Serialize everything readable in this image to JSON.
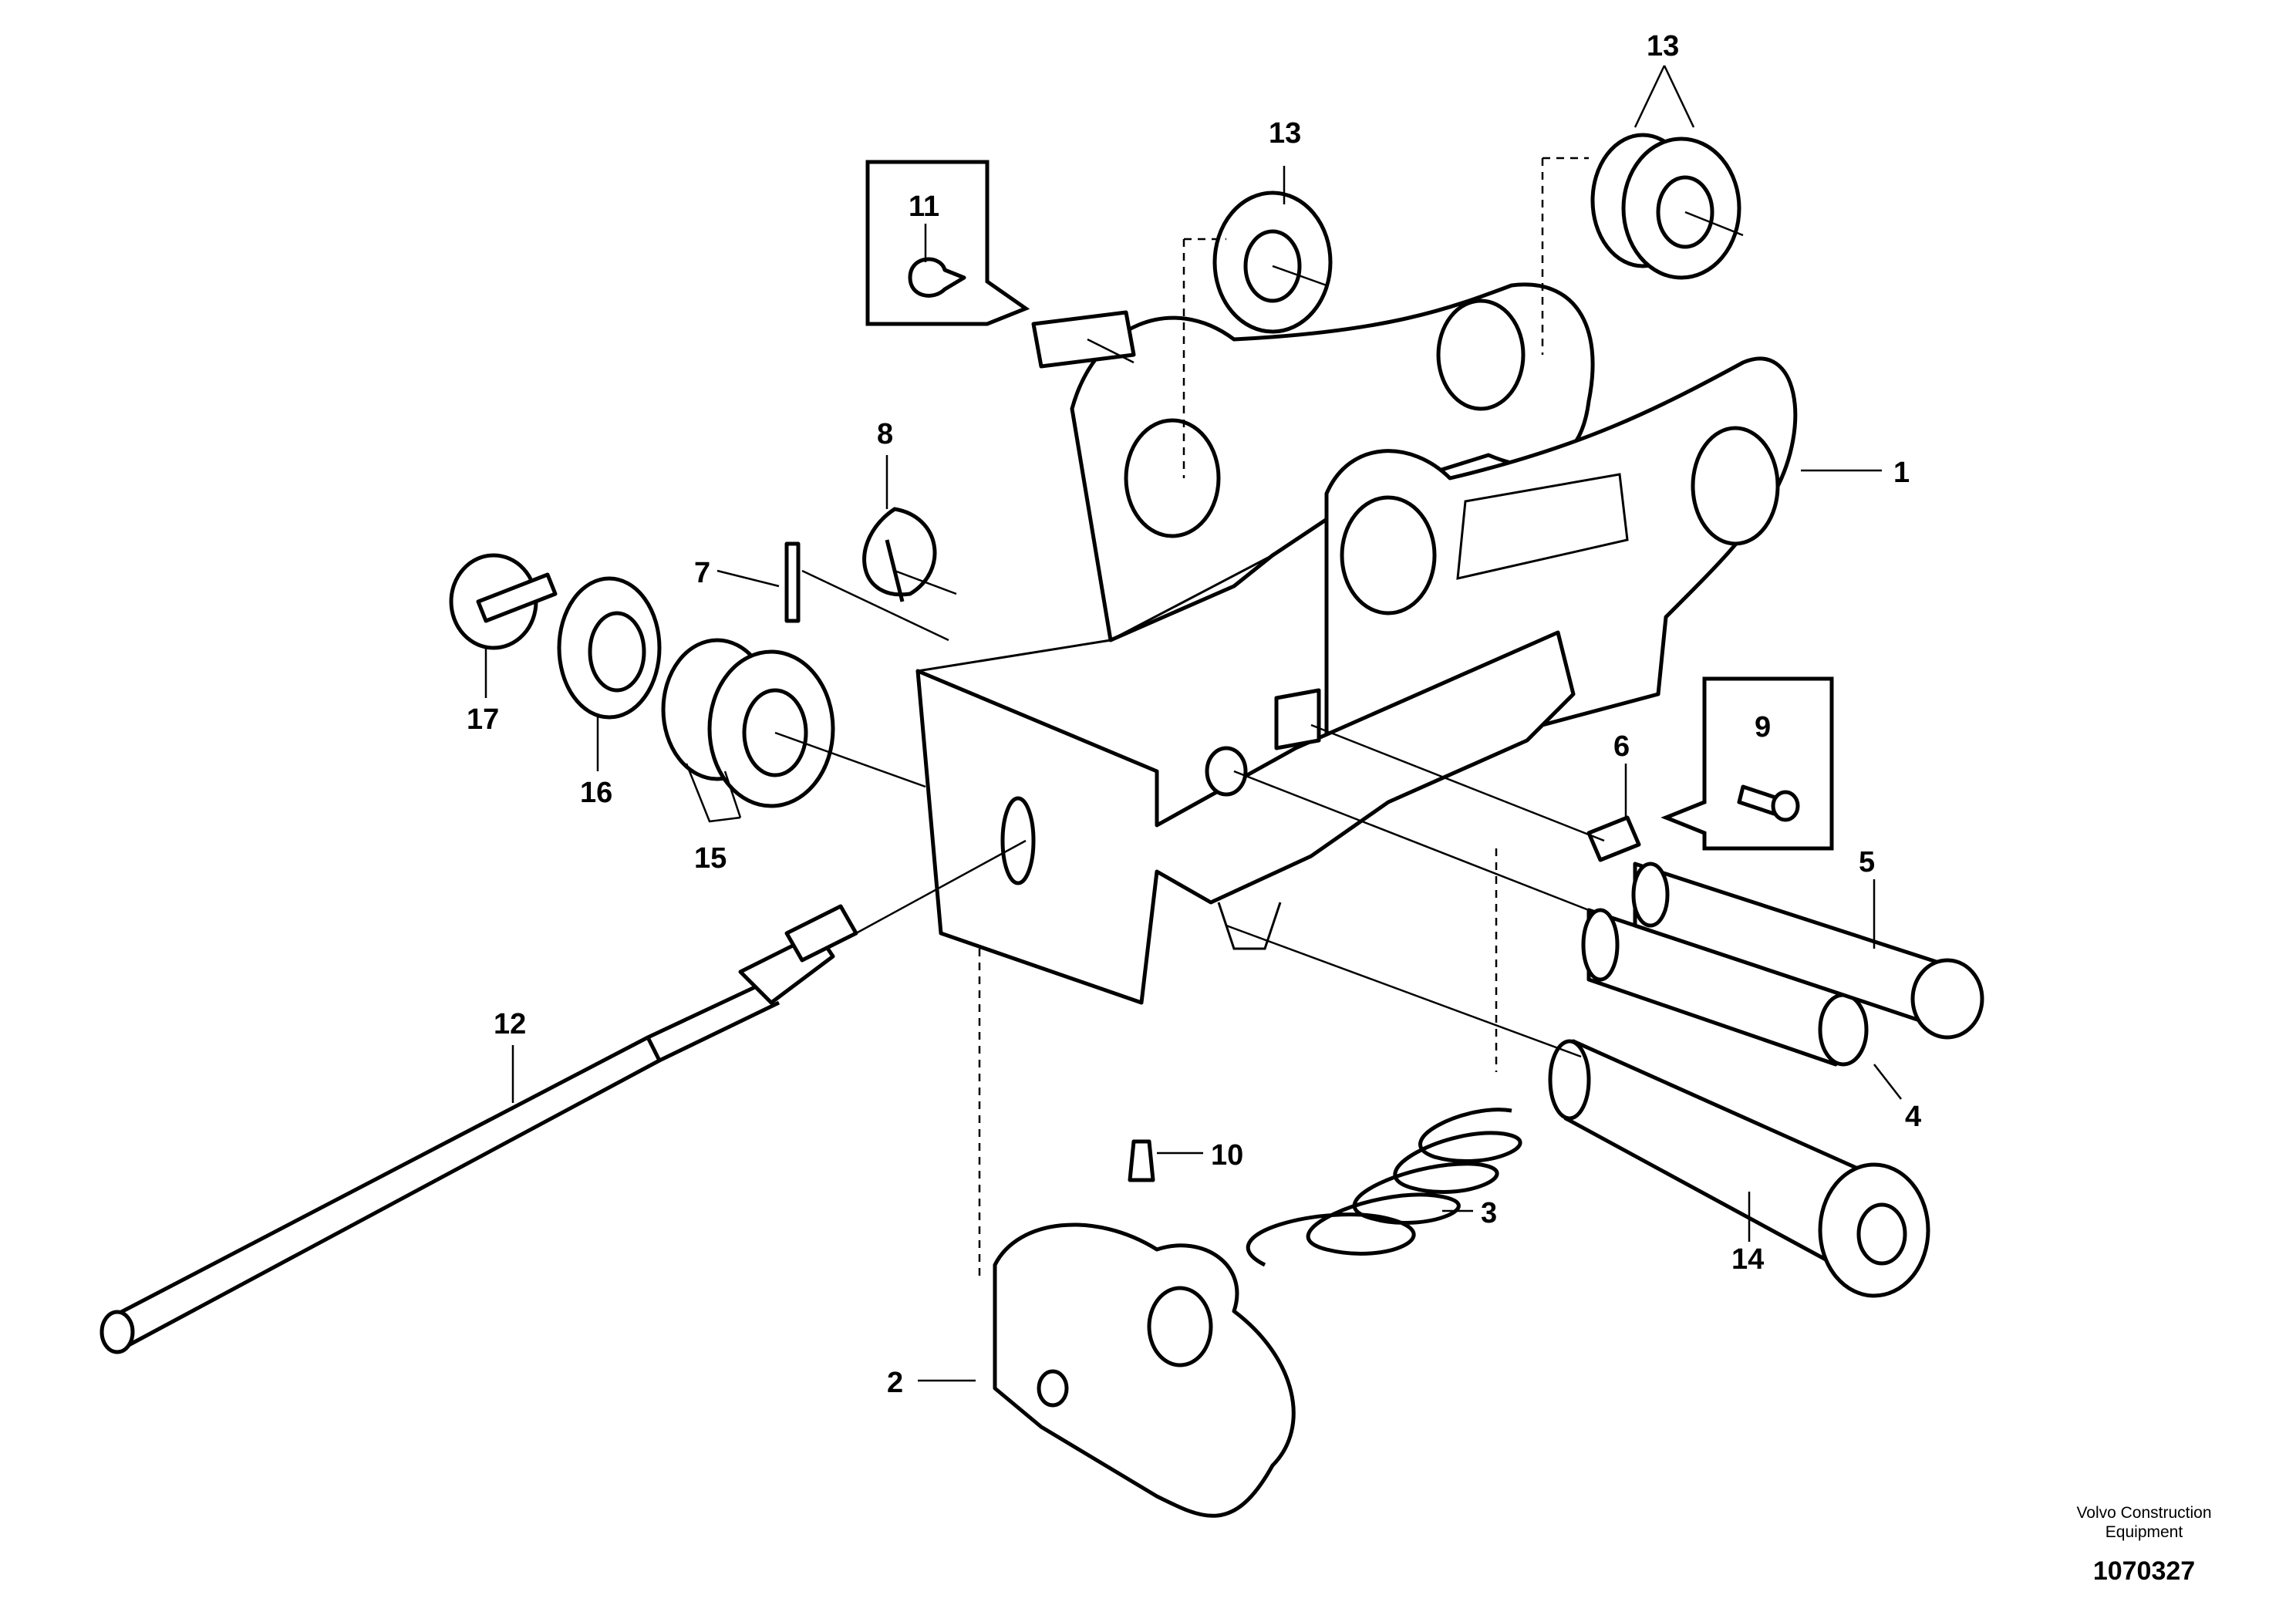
{
  "callouts": {
    "c1": "1",
    "c2": "2",
    "c3": "3",
    "c4": "4",
    "c5": "5",
    "c6": "6",
    "c7": "7",
    "c8": "8",
    "c9": "9",
    "c10": "10",
    "c11": "11",
    "c12": "12",
    "c13a": "13",
    "c13b": "13",
    "c14": "14",
    "c15": "15",
    "c16": "16",
    "c17": "17"
  },
  "footer": {
    "brand_line1": "Volvo Construction",
    "brand_line2": "Equipment",
    "doc_number": "1070327"
  }
}
